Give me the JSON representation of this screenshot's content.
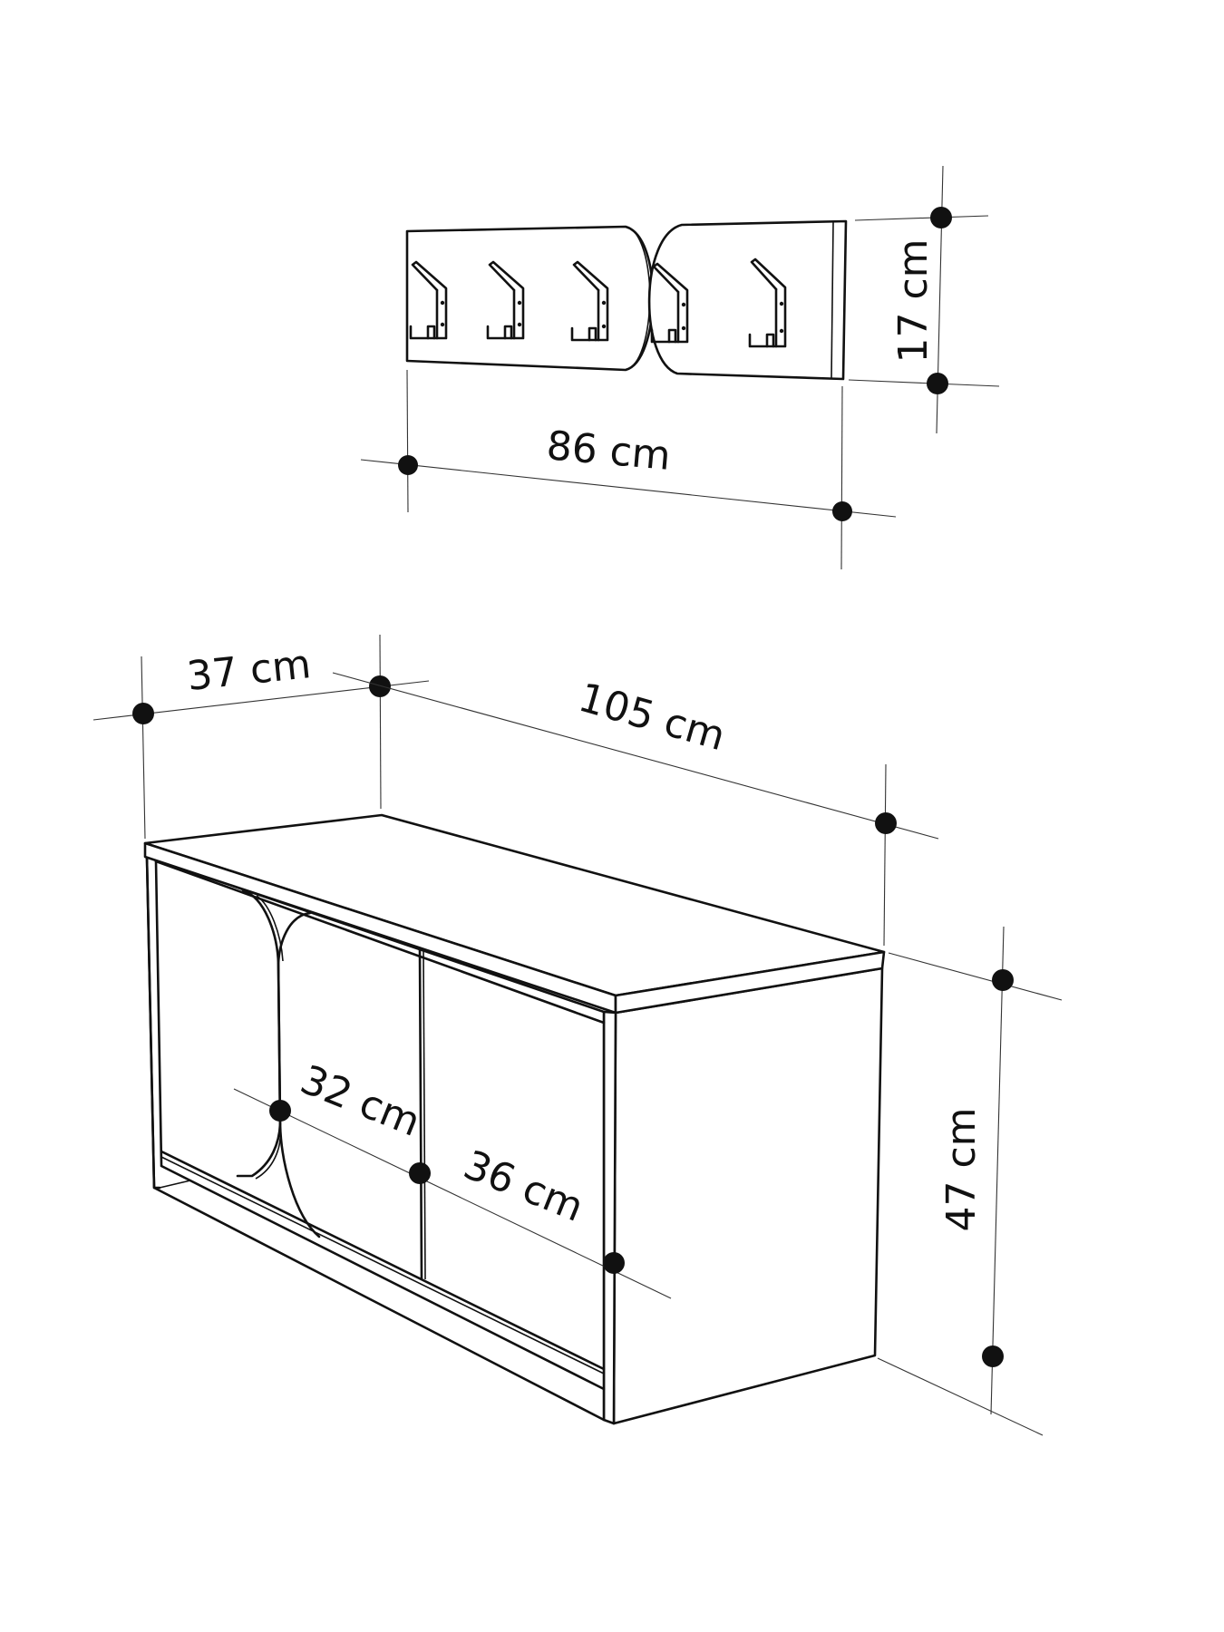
{
  "diagram": {
    "title": "",
    "colors": {
      "line": "#111111",
      "background": "#ffffff"
    },
    "coat_rack": {
      "hooks_count": 5,
      "dimensions": {
        "width": {
          "label": "86 cm",
          "value": 86,
          "unit": "cm"
        },
        "height": {
          "label": "17 cm",
          "value": 17,
          "unit": "cm"
        }
      }
    },
    "shoe_cabinet": {
      "doors_count": 3,
      "dimensions": {
        "depth": {
          "label": "37 cm",
          "value": 37,
          "unit": "cm"
        },
        "width": {
          "label": "105 cm",
          "value": 105,
          "unit": "cm"
        },
        "height": {
          "label": "47 cm",
          "value": 47,
          "unit": "cm"
        },
        "door_left_width": {
          "label": "32 cm",
          "value": 32,
          "unit": "cm"
        },
        "door_right_width": {
          "label": "36 cm",
          "value": 36,
          "unit": "cm"
        }
      }
    }
  }
}
